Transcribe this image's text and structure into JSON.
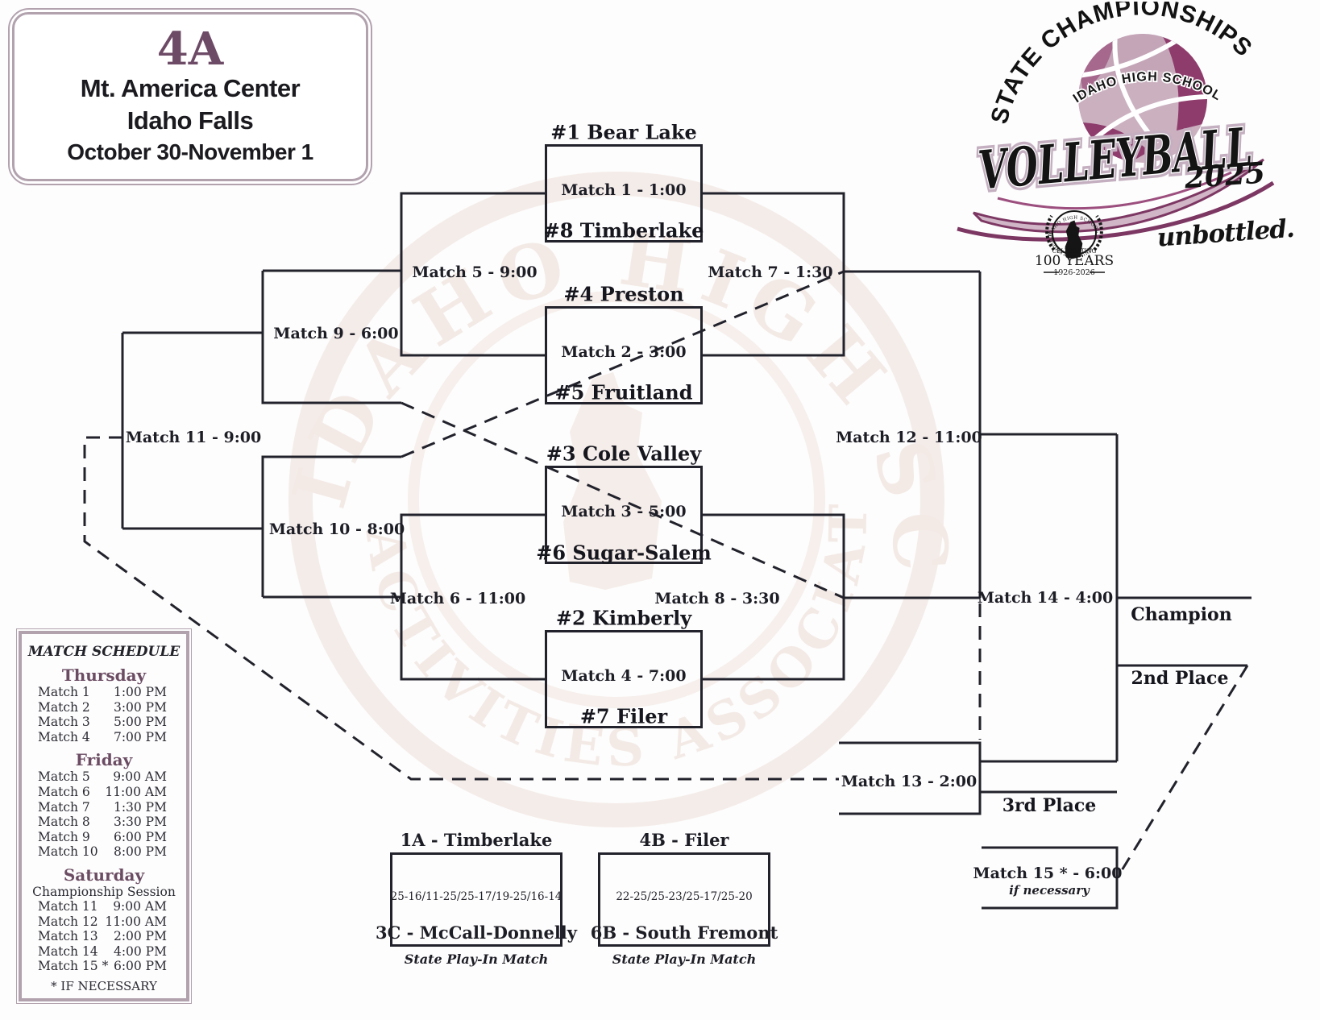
{
  "header": {
    "division": "4A",
    "venue": "Mt. America Center",
    "city": "Idaho Falls",
    "dates": "October 30-November 1"
  },
  "logo": {
    "arc_text": "STATE CHAMPIONSHIPS",
    "school_text": "IDAHO HIGH SCHOOL",
    "sport_text": "VOLLEYBALL",
    "year": "2025",
    "sponsor": "unbottled.",
    "seal_ring_top": "IDAHO HIGH SCHOOL",
    "seal_ring_bottom": "ACTIVITIES ASSOCIATION",
    "seal_celebrating": "CELEBRATING",
    "seal_years": "100 YEARS",
    "seal_range": "1926-2026"
  },
  "watermark": {
    "top": "IDAHO HIGH SCHOOL",
    "bottom": "ACTIVITIES ASSOCIATION"
  },
  "bracket": {
    "quarterfinals": [
      {
        "top": "#1 Bear Lake",
        "match_label": "Match 1 - 1:00",
        "bottom": "#8 Timberlake"
      },
      {
        "top": "#4 Preston",
        "match_label": "Match 2 - 3:00",
        "bottom": "#5 Fruitland"
      },
      {
        "top": "#3 Cole Valley",
        "match_label": "Match 3 - 5:00",
        "bottom": "#6 Sugar-Salem"
      },
      {
        "top": "#2 Kimberly",
        "match_label": "Match 4 - 7:00",
        "bottom": "#7 Filer"
      }
    ],
    "labels": {
      "m5": "Match 5 - 9:00",
      "m6": "Match 6 - 11:00",
      "m7": "Match 7 - 1:30",
      "m8": "Match 8 - 3:30",
      "m9": "Match 9 - 6:00",
      "m10": "Match 10 - 8:00",
      "m11": "Match 11 - 9:00",
      "m12": "Match 12 - 11:00",
      "m13": "Match 13 - 2:00",
      "m14": "Match 14 - 4:00",
      "m15": "Match 15 * - 6:00",
      "m15_note": "if necessary"
    },
    "placements": {
      "champion": "Champion",
      "second": "2nd Place",
      "third": "3rd Place"
    }
  },
  "schedule": {
    "title": "MATCH SCHEDULE",
    "days": [
      {
        "name": "Thursday",
        "note": "",
        "rows": [
          [
            "Match 1",
            "1:00 PM"
          ],
          [
            "Match 2",
            "3:00 PM"
          ],
          [
            "Match 3",
            "5:00 PM"
          ],
          [
            "Match 4",
            "7:00 PM"
          ]
        ]
      },
      {
        "name": "Friday",
        "note": "",
        "rows": [
          [
            "Match 5",
            "9:00 AM"
          ],
          [
            "Match 6",
            "11:00 AM"
          ],
          [
            "Match 7",
            "1:30 PM"
          ],
          [
            "Match 8",
            "3:30 PM"
          ],
          [
            "Match 9",
            "6:00 PM"
          ],
          [
            "Match 10",
            "8:00 PM"
          ]
        ]
      },
      {
        "name": "Saturday",
        "note": "Championship Session",
        "rows": [
          [
            "Match 11",
            "9:00 AM"
          ],
          [
            "Match 12",
            "11:00 AM"
          ],
          [
            "Match 13",
            "2:00 PM"
          ],
          [
            "Match 14",
            "4:00 PM"
          ],
          [
            "Match 15 *",
            "6:00 PM"
          ]
        ]
      }
    ],
    "footnote": "* IF NECESSARY"
  },
  "playins": [
    {
      "top": "1A - Timberlake",
      "score": "25-16/11-25/25-17/19-25/16-14",
      "bottom": "3C - McCall-Donnelly",
      "note": "State Play-In Match"
    },
    {
      "top": "4B - Filer",
      "score": "22-25/25-23/25-17/25-20",
      "bottom": "6B - South Fremont",
      "note": "State Play-In Match"
    }
  ],
  "colors": {
    "plum": "#6d4a66",
    "logo_plum": "#8e3c6c",
    "logo_mauve": "#cbb0c0",
    "line": "#22222c",
    "border": "#b2a2ae"
  }
}
